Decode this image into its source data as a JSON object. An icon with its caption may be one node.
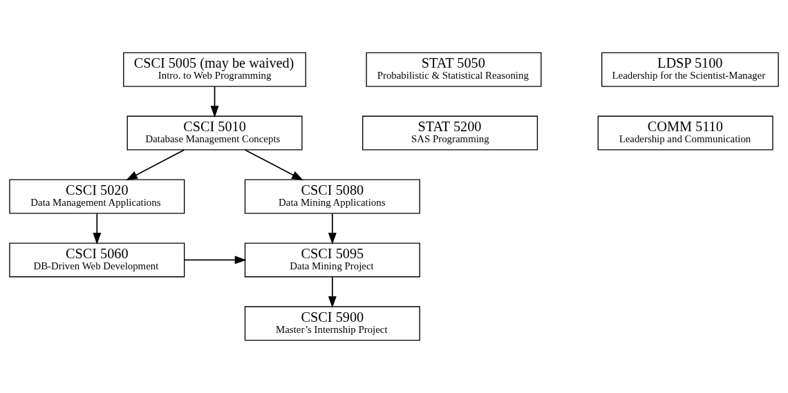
{
  "diagram": {
    "nodes": [
      {
        "text": [
          "CSCI 5005 (may be waived)",
          "Intro. to Web Programming"
        ]
      },
      {
        "text": [
          "STAT 5050",
          "Probabilistic & Statistical Reasoning"
        ]
      },
      {
        "text": [
          "LDSP 5100",
          "Leadership for the Scientist-Manager"
        ]
      },
      {
        "text": [
          "CSCI 5010",
          "Database Management Concepts"
        ]
      },
      {
        "text": [
          "STAT 5200",
          "SAS Programming"
        ]
      },
      {
        "text": [
          "COMM 5110",
          "Leadership and Communication"
        ]
      },
      {
        "text": [
          "CSCI 5020",
          "Data Management Applications"
        ]
      },
      {
        "text": [
          "CSCI 5080",
          "Data Mining Applications"
        ]
      },
      {
        "text": [
          "CSCI 5060",
          "DB-Driven Web Development"
        ]
      },
      {
        "text": [
          "CSCI 5095",
          "Data Mining Project"
        ]
      },
      {
        "text": [
          "CSCI 5900",
          "Master’s Internship Project"
        ]
      }
    ],
    "edges": [
      {
        "from": 0,
        "to": 3,
        "arrow": "to"
      },
      {
        "from": 3,
        "to": 6,
        "arrow": "to"
      },
      {
        "from": 3,
        "to": 7,
        "arrow": "to"
      },
      {
        "from": 6,
        "to": 8,
        "arrow": "to"
      },
      {
        "from": 7,
        "to": 9,
        "arrow": "to"
      },
      {
        "from": 8,
        "to": 9,
        "arrow": "to"
      },
      {
        "from": 9,
        "to": 10,
        "arrow": "to"
      }
    ]
  }
}
